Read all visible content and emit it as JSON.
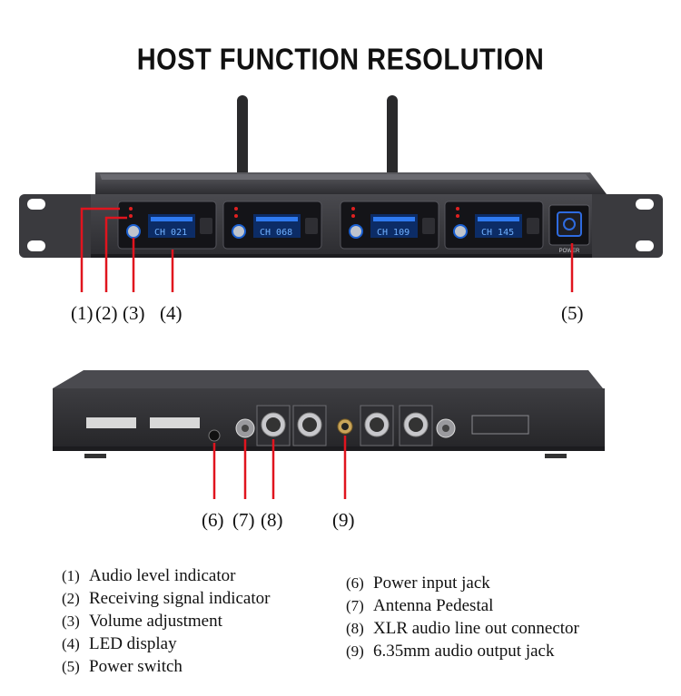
{
  "title": "HOST FUNCTION RESOLUTION",
  "front_panel": {
    "channels": [
      {
        "display": "CH 021"
      },
      {
        "display": "CH 068"
      },
      {
        "display": "CH 109"
      },
      {
        "display": "CH 145"
      }
    ],
    "power_label": "POWER"
  },
  "callouts_front": [
    "(1)",
    "(2)",
    "(3)",
    "(4)",
    "(5)"
  ],
  "callouts_back": [
    "(6)",
    "(7)",
    "(8)",
    "(9)"
  ],
  "legend_left": [
    {
      "marker": "(1)",
      "text": "Audio level indicator"
    },
    {
      "marker": "(2)",
      "text": "Receiving signal indicator"
    },
    {
      "marker": "(3)",
      "text": "Volume adjustment"
    },
    {
      "marker": "(4)",
      "text": "LED display"
    },
    {
      "marker": "(5)",
      "text": "Power switch"
    }
  ],
  "legend_right": [
    {
      "marker": "(6)",
      "text": "Power input jack"
    },
    {
      "marker": "(7)",
      "text": "Antenna Pedestal"
    },
    {
      "marker": "(8)",
      "text": "XLR audio line out connector"
    },
    {
      "marker": "(9)",
      "text": "6.35mm audio output jack"
    }
  ],
  "colors": {
    "callout_line": "#e0141e",
    "chassis": "#3a3a3d",
    "panel": "#16161a",
    "lcd": "#1f6fe0"
  }
}
